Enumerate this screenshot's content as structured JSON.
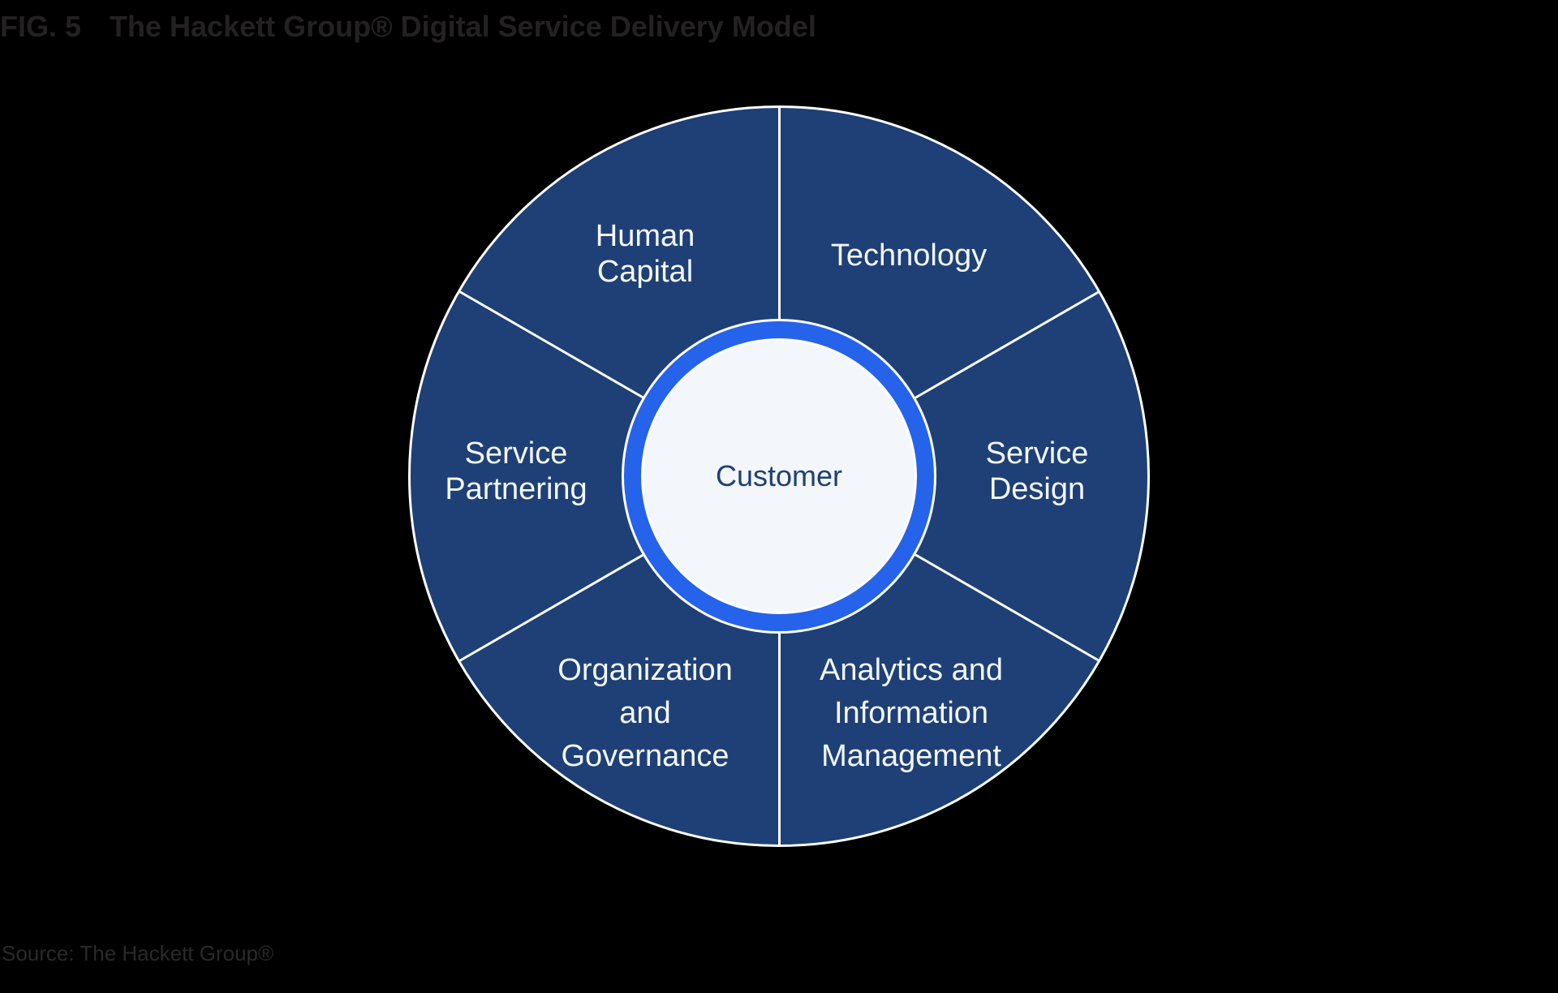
{
  "header": {
    "fig_label": "FIG. 5",
    "title": "The Hackett Group® Digital Service Delivery Model"
  },
  "footer": {
    "source": "Source: The Hackett Group®"
  },
  "diagram": {
    "center": {
      "label": "Customer"
    },
    "segments": [
      {
        "id": "human-capital",
        "label": "Human\nCapital"
      },
      {
        "id": "technology",
        "label": "Technology"
      },
      {
        "id": "service-design",
        "label": "Service\nDesign"
      },
      {
        "id": "analytics-information-management",
        "label": "Analytics and\nInformation\nManagement"
      },
      {
        "id": "organization-governance",
        "label": "Organization\nand\nGovernance"
      },
      {
        "id": "service-partnering",
        "label": "Service\nPartnering"
      }
    ],
    "colors": {
      "segment_fill": "#1E4076",
      "divider": "#FFFFFF",
      "ring": "#2563EB",
      "center_fill": "#F3F6FB",
      "center_text": "#1E4076",
      "label_text": "#F4F7FB",
      "title_text": "#242122",
      "source_text": "#2B292A"
    }
  }
}
